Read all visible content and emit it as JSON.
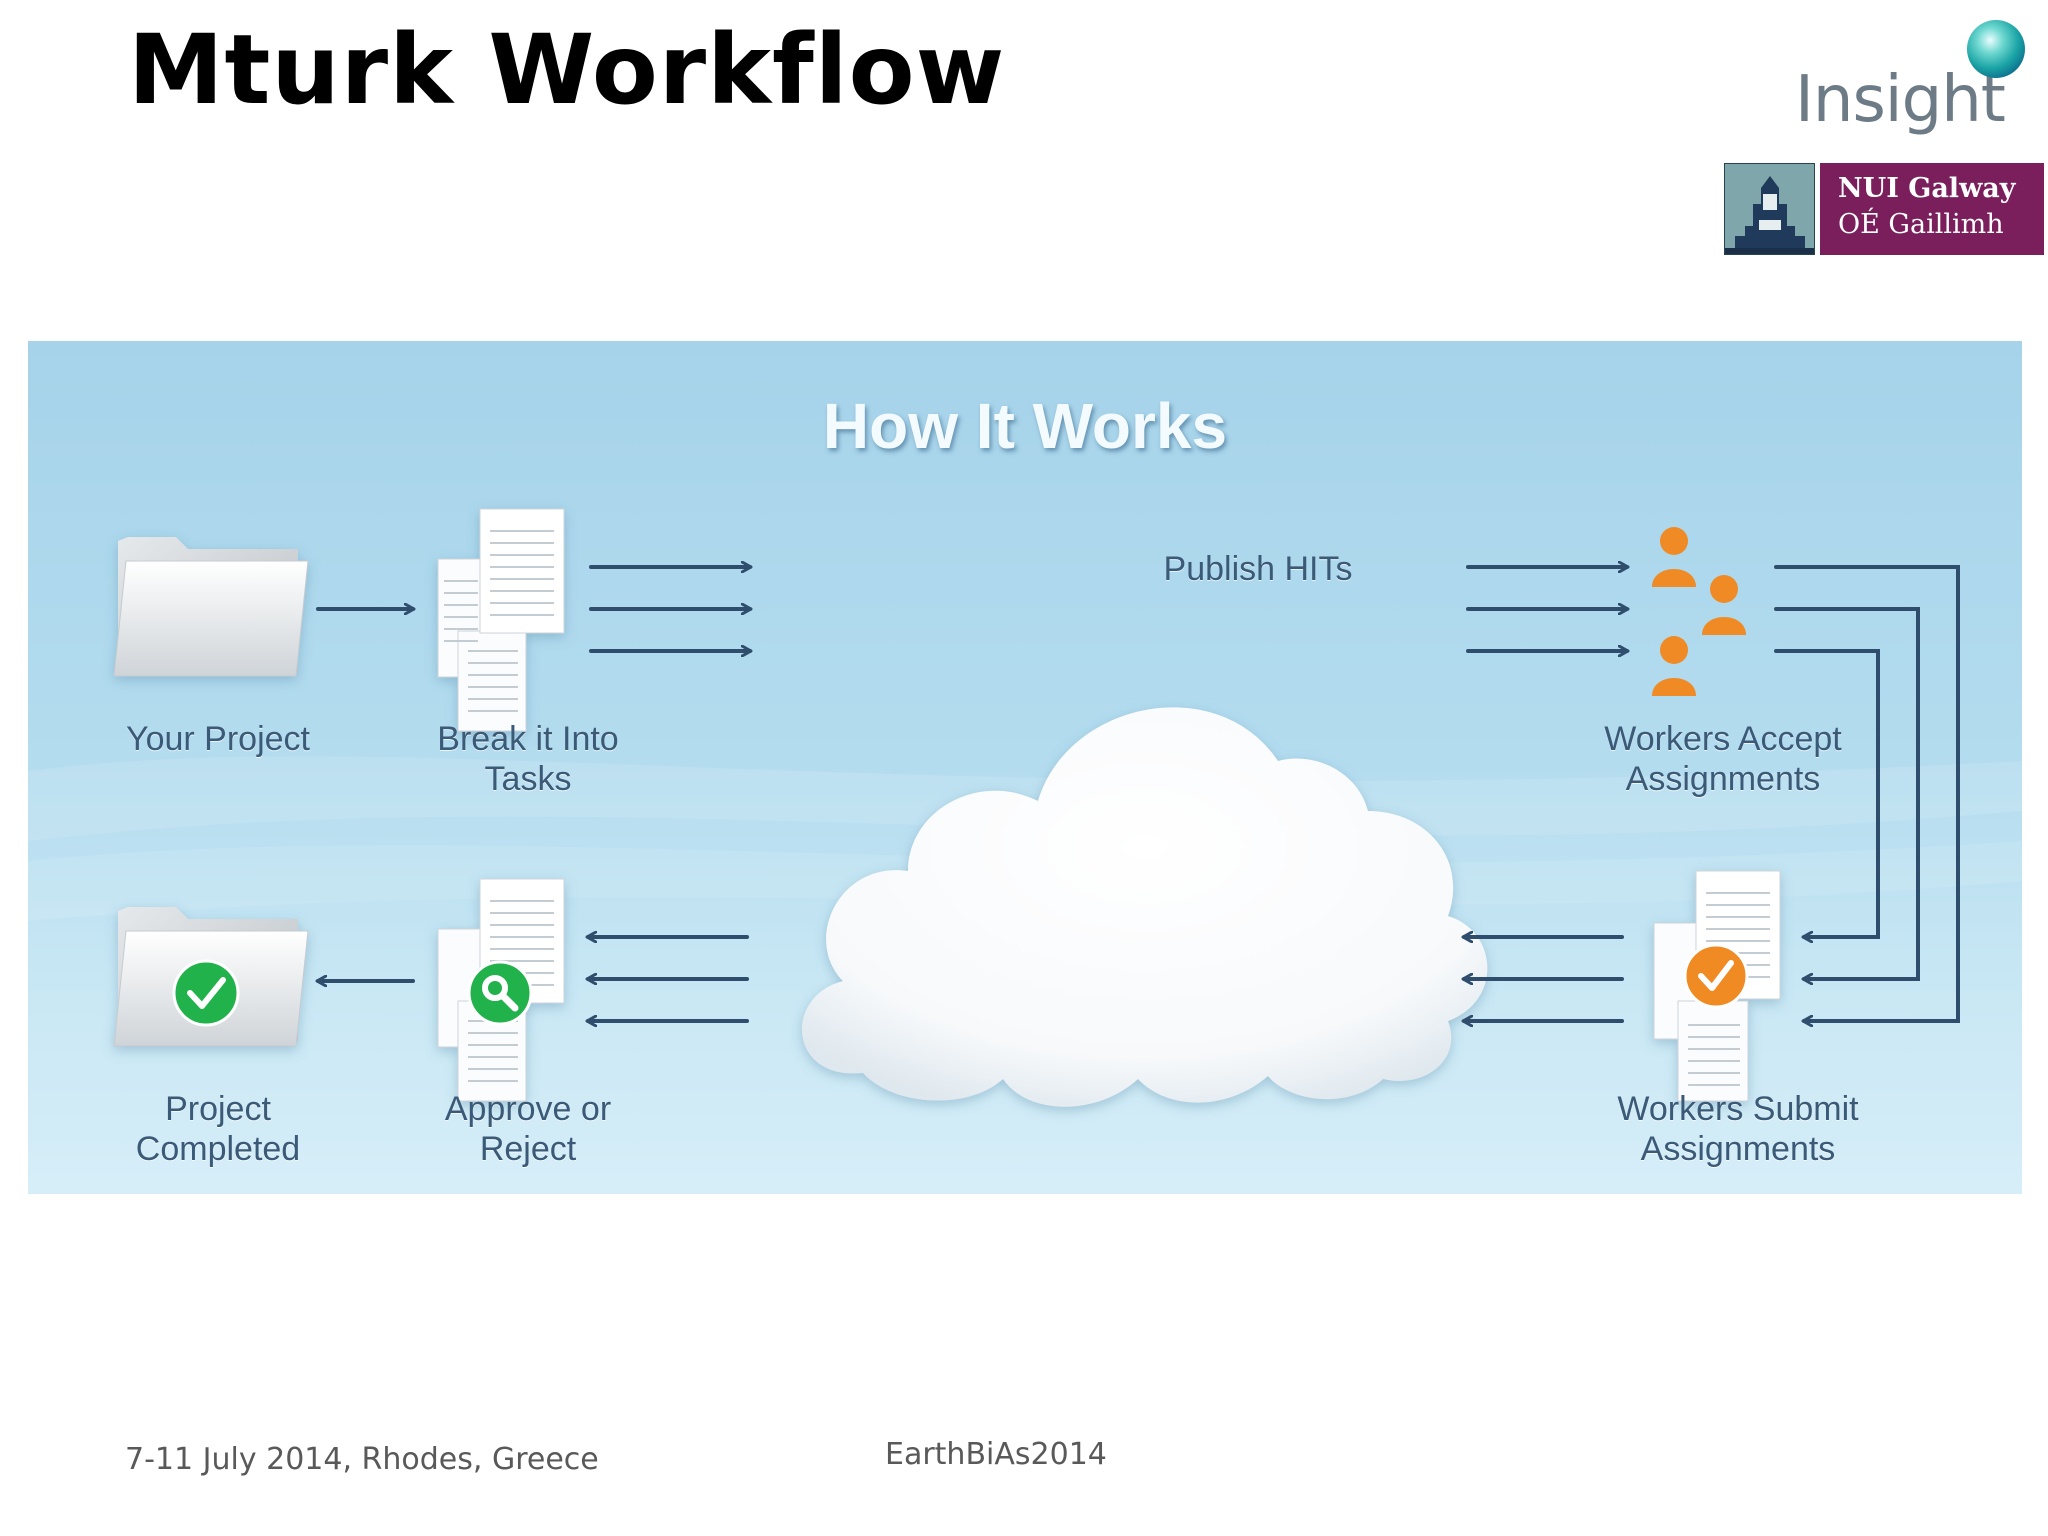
{
  "slide": {
    "title": "Mturk Workflow",
    "footer_left": "7-11 July 2014, Rhodes, Greece",
    "footer_center": "EarthBiAs2014"
  },
  "logos": {
    "insight": {
      "text": "Insight"
    },
    "nui": {
      "line1": "NUI Galway",
      "line2": "OÉ Gaillimh",
      "color": "#7a1f5c"
    }
  },
  "diagram": {
    "title": "How It Works",
    "steps": {
      "your_project": {
        "lines": [
          "Your Project"
        ],
        "icon": "folder-icon"
      },
      "break_into_tasks": {
        "lines": [
          "Break it Into",
          "Tasks"
        ],
        "icon": "documents-icon"
      },
      "publish": {
        "lines": [
          "Publish HITs"
        ],
        "icon": "cloud-icon"
      },
      "workers_accept": {
        "lines": [
          "Workers Accept",
          "Assignments"
        ],
        "icon": "workers-icon"
      },
      "workers_submit": {
        "lines": [
          "Workers Submit",
          "Assignments"
        ],
        "icon": "documents-checkmark-icon"
      },
      "approve_reject": {
        "lines": [
          "Approve or",
          "Reject"
        ],
        "icon": "documents-magnifier-icon"
      },
      "project_completed": {
        "lines": [
          "Project",
          "Completed"
        ],
        "icon": "folder-checkmark-icon"
      }
    },
    "colors": {
      "arrow": "#2f4e6e",
      "worker": "#f08a24",
      "check_green": "#22b24c",
      "check_orange": "#f08a24"
    }
  }
}
